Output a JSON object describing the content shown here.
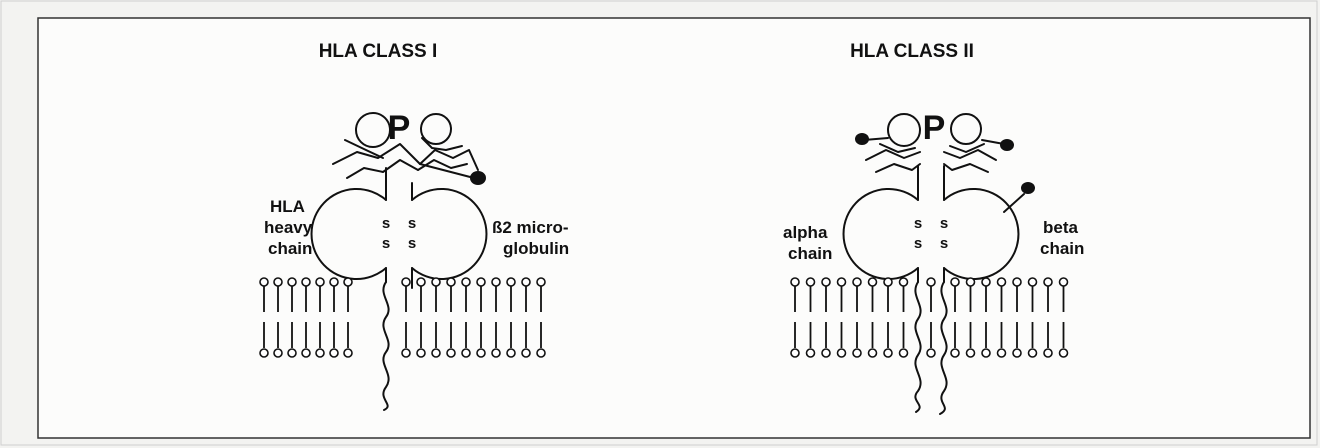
{
  "class_i": {
    "title": "HLA CLASS I",
    "peptide": "P",
    "left_label": [
      "HLA",
      "heavy",
      "chain"
    ],
    "right_label": [
      "ß2 micro-",
      "globulin"
    ],
    "disulfide": "s"
  },
  "class_ii": {
    "title": "HLA CLASS II",
    "peptide": "P",
    "left_label": [
      "alpha",
      "chain"
    ],
    "right_label": [
      "beta",
      "chain"
    ],
    "disulfide": "s"
  }
}
